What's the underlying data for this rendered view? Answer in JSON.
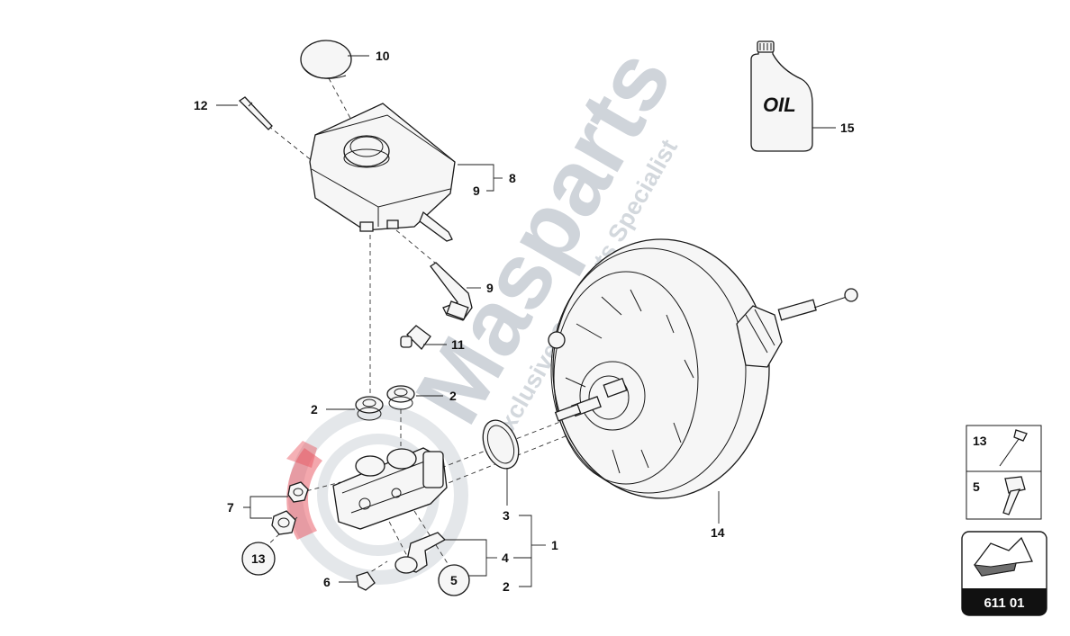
{
  "callouts": {
    "c10": "10",
    "c12": "12",
    "c8": "8",
    "c9a": "9",
    "c9b": "9",
    "c11": "11",
    "c2a": "2",
    "c2b": "2",
    "c7": "7",
    "c13": "13",
    "c6": "6",
    "c5": "5",
    "c3": "3",
    "c4": "4",
    "c2c": "2",
    "c1": "1",
    "c14": "14",
    "c15": "15"
  },
  "oil_label": "OIL",
  "watermark": {
    "brand": "Masparts",
    "tagline": "Exclusive Car Parts Specialist"
  },
  "legend_box": {
    "row1_number": "13",
    "row2_number": "5"
  },
  "reference_badge": {
    "code": "611 01"
  },
  "colors": {
    "watermark_grey": "#8e9aa8",
    "watermark_red": "#e8505b",
    "badge_black": "#111111"
  }
}
